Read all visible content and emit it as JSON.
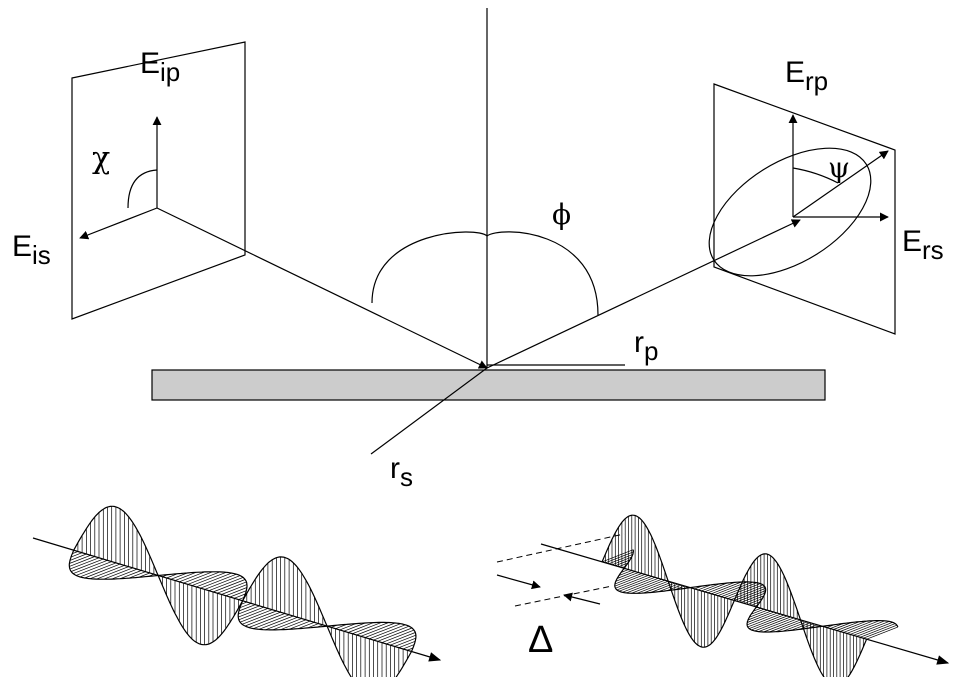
{
  "labels": {
    "incident_p": {
      "main": "E",
      "sub": "ip"
    },
    "incident_s": {
      "main": "E",
      "sub": "is"
    },
    "reflected_p": {
      "main": "E",
      "sub": "rp"
    },
    "reflected_s": {
      "main": "E",
      "sub": "rs"
    },
    "coeff_p": {
      "main": "r",
      "sub": "p"
    },
    "coeff_s": {
      "main": "r",
      "sub": "s"
    },
    "chi": "χ",
    "phi": "ϕ",
    "psi": "ψ",
    "delta": "Δ"
  },
  "colors": {
    "line": "#000000",
    "sample": "#cccccc"
  }
}
